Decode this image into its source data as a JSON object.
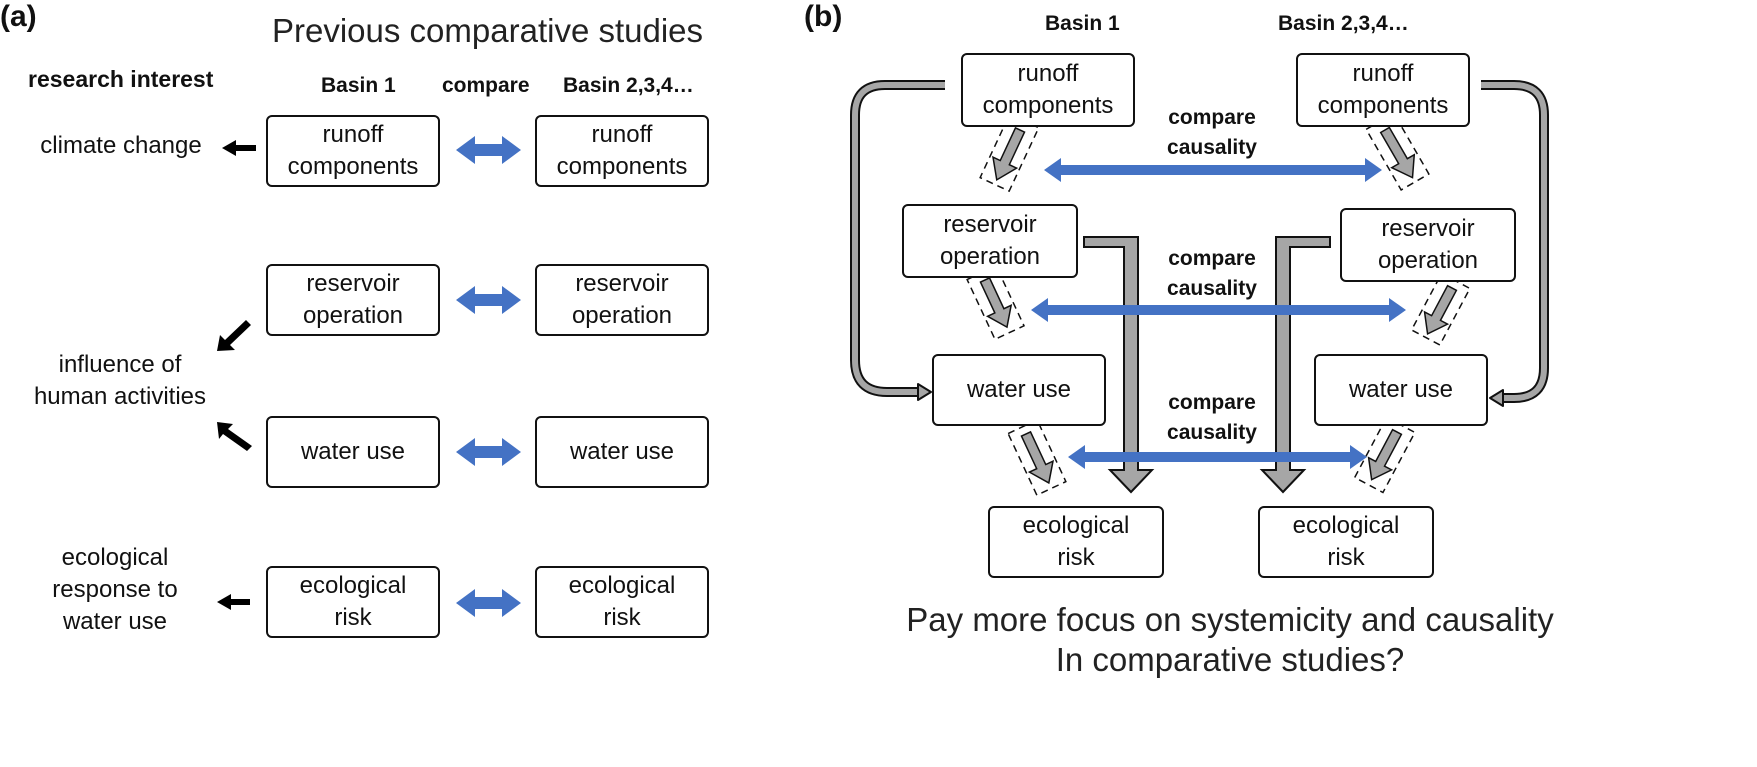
{
  "panel_a": {
    "label": "(a)",
    "title": "Previous comparative studies",
    "headers": {
      "research_interest": "research interest",
      "basin_1": "Basin 1",
      "compare": "compare",
      "basin_others": "Basin 2,3,4…"
    },
    "rows": [
      {
        "basin_1": [
          "runoff",
          "components"
        ],
        "basin_others": [
          "runoff",
          "components"
        ]
      },
      {
        "basin_1": [
          "reservoir",
          "operation"
        ],
        "basin_others": [
          "reservoir",
          "operation"
        ]
      },
      {
        "basin_1": [
          "water use"
        ],
        "basin_others": [
          "water use"
        ]
      },
      {
        "basin_1": [
          "ecological",
          "risk"
        ],
        "basin_others": [
          "ecological",
          "risk"
        ]
      }
    ],
    "interests": [
      {
        "lines": [
          "climate change"
        ]
      },
      {
        "lines": [
          "influence of",
          "human activities"
        ]
      },
      {
        "lines": [
          "ecological",
          "response to",
          "water use"
        ]
      }
    ]
  },
  "panel_b": {
    "label": "(b)",
    "headers": {
      "basin_1": "Basin 1",
      "basin_others": "Basin 2,3,4…"
    },
    "basin_1_nodes": [
      [
        "runoff",
        "components"
      ],
      [
        "reservoir",
        "operation"
      ],
      [
        "water use"
      ],
      [
        "ecological",
        "risk"
      ]
    ],
    "basin_others_nodes": [
      [
        "runoff",
        "components"
      ],
      [
        "reservoir",
        "operation"
      ],
      [
        "water use"
      ],
      [
        "ecological",
        "risk"
      ]
    ],
    "compare_labels": [
      [
        "compare",
        "causality"
      ],
      [
        "compare",
        "causality"
      ],
      [
        "compare",
        "causality"
      ]
    ],
    "footer": [
      "Pay more focus on systemicity and causality",
      "In comparative studies?"
    ]
  },
  "colors": {
    "compare_arrow": "#4472C4",
    "flow_arrow_fill": "#A6A6A6",
    "outline": "#111111"
  }
}
